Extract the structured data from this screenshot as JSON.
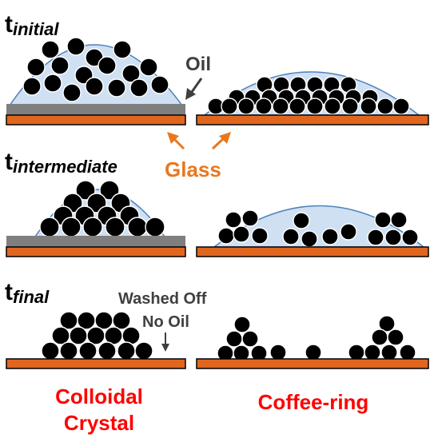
{
  "labels": {
    "t_initial": {
      "base": "t",
      "sub": "initial"
    },
    "t_intermediate": {
      "base": "t",
      "sub": "intermediate"
    },
    "t_final": {
      "base": "t",
      "sub": "final"
    },
    "oil": "Oil",
    "glass": "Glass",
    "washed_off_line1": "Washed Off",
    "washed_off_line2": "No Oil",
    "colloidal_line1": "Colloidal",
    "colloidal_line2": "Crystal",
    "coffee_ring": "Coffee-ring"
  },
  "colors": {
    "glass": "#e0661f",
    "glass_label": "#e8781e",
    "oil": "#7f7f7f",
    "droplet_fill": "#cfe0f3",
    "droplet_stroke": "#4f81bd",
    "particle": "#000000",
    "red_label": "#ff0000",
    "dark_text": "#3f3f3f"
  }
}
